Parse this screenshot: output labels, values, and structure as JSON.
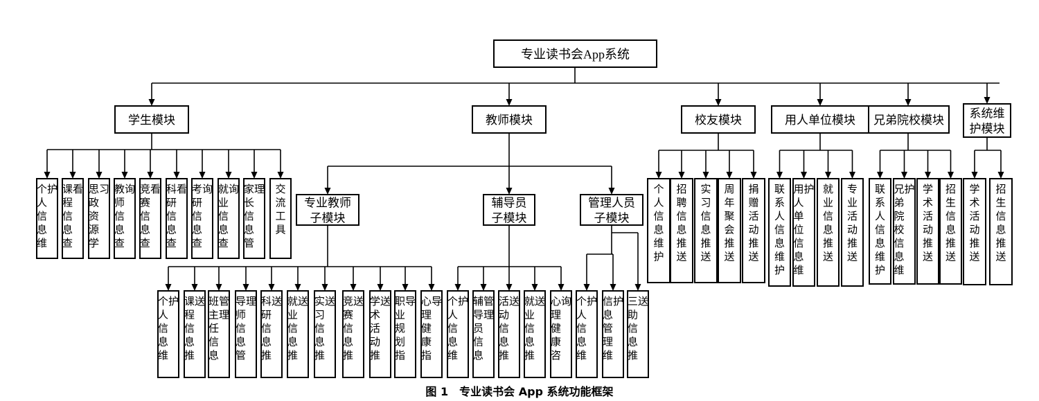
{
  "root": "专业读书会App系统",
  "modules": {
    "student": {
      "label": "学生模块",
      "items": [
        "个人信息维护",
        "课程信息查看",
        "思政资源学习",
        "教师信息查询",
        "竞赛信息查看",
        "科研信息查看",
        "考研信息查询",
        "就业信息查询",
        "家长信息管理",
        "交流工具"
      ]
    },
    "teacher": {
      "label": "教师模块",
      "submodules": {
        "professional": {
          "label_lines": [
            "专业教师",
            "子模块"
          ],
          "items": [
            "个人信息维护",
            "课程信息推送",
            "班主任信息管理",
            "导师信息管理",
            "科研信息推送",
            "就业信息推送",
            "实习信息推送",
            "竞赛信息推送",
            "学术活动推送",
            "职业规划指导",
            "心理健康指导"
          ]
        },
        "counselor": {
          "label_lines": [
            "辅导员",
            "子模块"
          ],
          "items": [
            "个人信息维护",
            "辅导员信息管理",
            "活动信息推送",
            "就业信息推送",
            "心理健康咨询"
          ]
        },
        "manager": {
          "label_lines": [
            "管理人员",
            "子模块"
          ],
          "items": [
            "个人信息维护",
            "信息管理维护",
            "三助信息推送"
          ]
        }
      }
    },
    "alumni": {
      "label": "校友模块",
      "items": [
        "个人信息维护",
        "招聘信息推送",
        "实习信息推送",
        "周年聚会推送",
        "捐赠活动推送"
      ]
    },
    "employer": {
      "label": "用人单位模块",
      "items": [
        "联系人信息维护",
        "用人单位信息维护",
        "就业信息推送",
        "专业活动推送"
      ]
    },
    "sister": {
      "label": "兄弟院校模块",
      "items": [
        "联系人信息维护",
        "兄弟院校信息维护",
        "学术活动推送",
        "招生信息推送"
      ]
    },
    "system": {
      "label_lines": [
        "系统维",
        "护模块"
      ],
      "items": [
        "学术活动推送",
        "招生信息推送"
      ]
    }
  },
  "caption": "图 1　专业读书会 App 系统功能框架"
}
